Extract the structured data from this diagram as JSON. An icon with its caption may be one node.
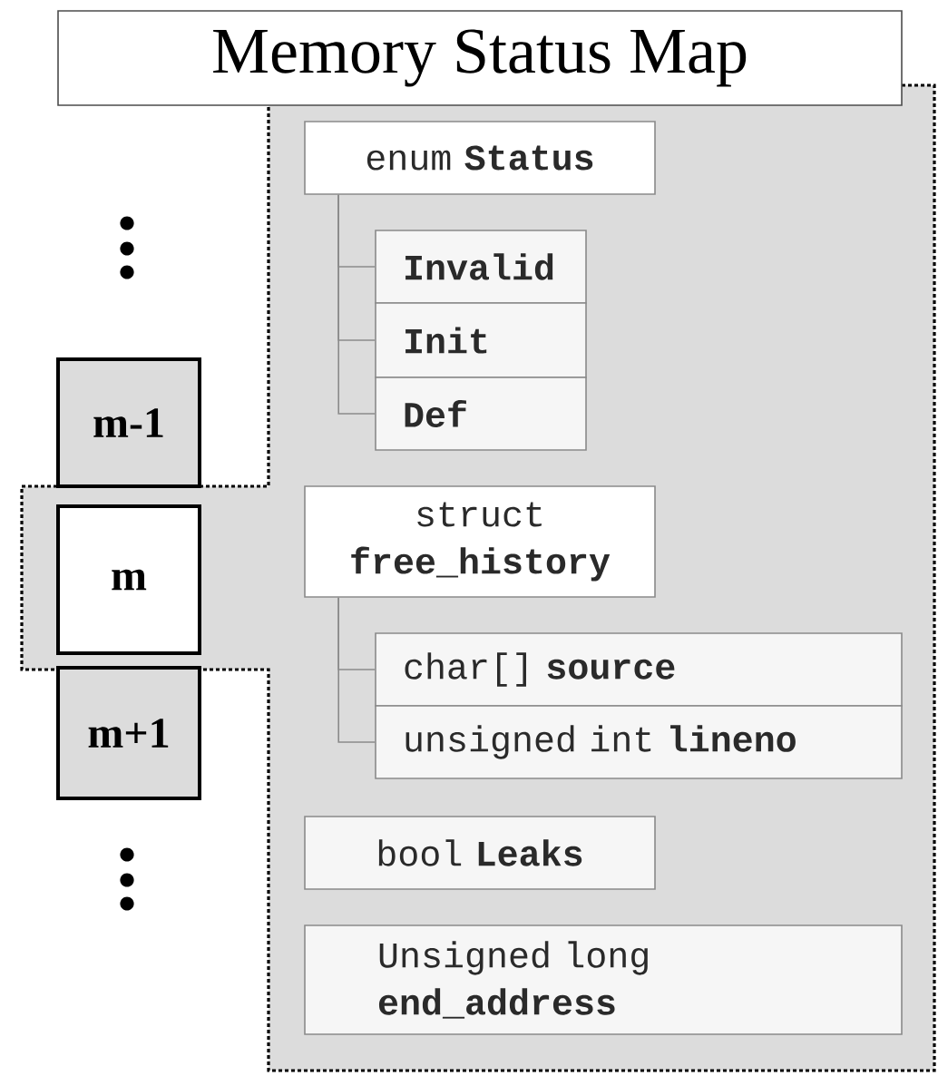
{
  "diagram": {
    "title": "Memory Status Map",
    "nodes": [
      {
        "text": [
          "m-1"
        ]
      },
      {
        "text": [
          "m"
        ]
      },
      {
        "text": [
          "m+1"
        ]
      },
      {
        "text": [
          "enum **Status**"
        ]
      },
      {
        "text": [
          "**Invalid**"
        ]
      },
      {
        "text": [
          "**Init**"
        ]
      },
      {
        "text": [
          "**Def**"
        ]
      },
      {
        "text": [
          "struct **free_history**"
        ]
      },
      {
        "text": [
          "char[] **source**"
        ]
      },
      {
        "text": [
          "unsigned int **lineno**"
        ]
      },
      {
        "text": [
          "bool **Leaks**"
        ]
      },
      {
        "text": [
          "Unsigned long **end_address**"
        ]
      }
    ],
    "edges": [
      {
        "from": 3,
        "to": 4,
        "arrow": "none"
      },
      {
        "from": 3,
        "to": 5,
        "arrow": "none"
      },
      {
        "from": 3,
        "to": 6,
        "arrow": "none"
      },
      {
        "from": 7,
        "to": 8,
        "arrow": "none"
      },
      {
        "from": 7,
        "to": 9,
        "arrow": "none"
      }
    ]
  }
}
